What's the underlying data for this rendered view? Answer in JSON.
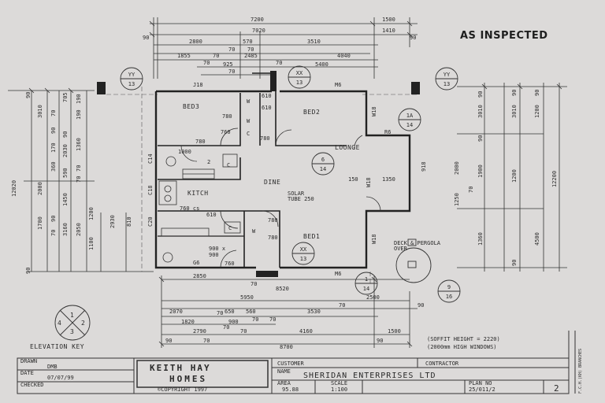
{
  "stamp": "AS INSPECTED",
  "top_dimensions": {
    "row1": [
      "7200",
      "1500"
    ],
    "row2": [
      "90",
      "7020",
      "1410",
      "90"
    ],
    "row3": [
      "2800",
      "570",
      "3510"
    ],
    "row4": [
      "70",
      "70"
    ],
    "row5": [
      "1855",
      "70",
      "2485",
      "4040"
    ],
    "row6": [
      "70",
      "925",
      "70",
      "5400"
    ],
    "row7": [
      "70"
    ]
  },
  "bottom_dimensions": {
    "row1": [
      "2850",
      "70",
      "8520"
    ],
    "row2": [
      "5950",
      "2500"
    ],
    "row3": [
      "70",
      "90"
    ],
    "row4": [
      "2070",
      "650",
      "560",
      "3530",
      "70"
    ],
    "row5": [
      "1820",
      "900",
      "70",
      "70",
      "70"
    ],
    "row6": [
      "2790",
      "70",
      "4160",
      "1500"
    ],
    "row7": [
      "90",
      "70",
      "8700",
      "90"
    ]
  },
  "left_dimensions": [
    "90",
    "3010",
    "705",
    "70",
    "2000",
    "90",
    "1700",
    "170",
    "2030",
    "90",
    "12020",
    "360",
    "590",
    "1450",
    "90",
    "3160",
    "70",
    "190",
    "190",
    "1360",
    "70",
    "70",
    "1100",
    "2930",
    "1200",
    "2050",
    "90",
    "810"
  ],
  "right_dimensions": [
    "90",
    "3010",
    "2000",
    "1250",
    "90",
    "70",
    "1900",
    "1360",
    "1200",
    "90",
    "3010",
    "4500",
    "90",
    "12200",
    "90",
    "1200"
  ],
  "section_markers": [
    {
      "id": "yy-left",
      "top": "YY",
      "bottom": "13"
    },
    {
      "id": "xx-top",
      "top": "XX",
      "bottom": "13"
    },
    {
      "id": "yy-right",
      "top": "YY",
      "bottom": "13"
    },
    {
      "id": "1a",
      "top": "1A",
      "bottom": "14"
    },
    {
      "id": "6",
      "top": "6",
      "bottom": "14"
    },
    {
      "id": "xx-bed1",
      "top": "XX",
      "bottom": "13"
    },
    {
      "id": "1",
      "top": "1",
      "bottom": "14"
    },
    {
      "id": "9",
      "top": "9",
      "bottom": "16"
    }
  ],
  "rooms": {
    "bed3": "BED3",
    "bed2": "BED2",
    "lounge": "LOUNGE",
    "kitch": "KITCH",
    "dine": "DINE",
    "bed1": "BED1"
  },
  "plan_labels": {
    "j18": "J18",
    "m6_top": "M6",
    "w1": "W",
    "w2": "W",
    "w3": "W",
    "c1": "C",
    "c2": "C",
    "c3": "C",
    "l610": "610",
    "l610b": "610",
    "l780a": "780",
    "l780b": "780",
    "l780c": "780",
    "l780d": "780",
    "l780e": "780",
    "l760": "760",
    "l760cs": "760 cs",
    "l1000": "1000",
    "l2": "2",
    "r6": "R6",
    "w18a": "W18",
    "w18b": "W18",
    "w18c": "W18",
    "l918": "918",
    "l150": "150",
    "l1350": "1350",
    "solar": "SOLAR",
    "tube": "TUBE 250",
    "l610c": "610",
    "l900a": "900 x",
    "l900b": "900",
    "g6": "G6",
    "m6_bottom": "M6",
    "l760b": "760",
    "deck": "DECK & PERGOLA",
    "over": "OVER",
    "c14": "C14",
    "c18": "C18",
    "c20": "C20"
  },
  "soffit_note": [
    "(SOFFIT HEIGHT = 2220)",
    "(2000mm HIGH WINDOWS)"
  ],
  "elevation_key": {
    "label": "ELEVATION KEY",
    "numbers": [
      "1",
      "2",
      "3",
      "4"
    ]
  },
  "title_block": {
    "drawn_label": "DRAWN",
    "drawn": "DMB",
    "date_label": "DATE",
    "date": "07/07/99",
    "checked_label": "CHECKED",
    "company_line1": "KEITH HAY",
    "company_line2": "HOMES",
    "copyright": "©COPYRIGHT 1997",
    "customer_label": "CUSTOMER",
    "contractor_label": "CONTRACTOR",
    "name_label": "NAME",
    "customer_name": "SHERIDAN ENTERPRISES LTD",
    "area_label": "AREA",
    "area": "95.88",
    "scale_label": "SCALE",
    "scale": "1:100",
    "plan_no_label": "PLAN NO",
    "plan_no": "25/011/2",
    "sheet": "2",
    "side_note": "F.C.H.(KH) BRANCHES"
  }
}
